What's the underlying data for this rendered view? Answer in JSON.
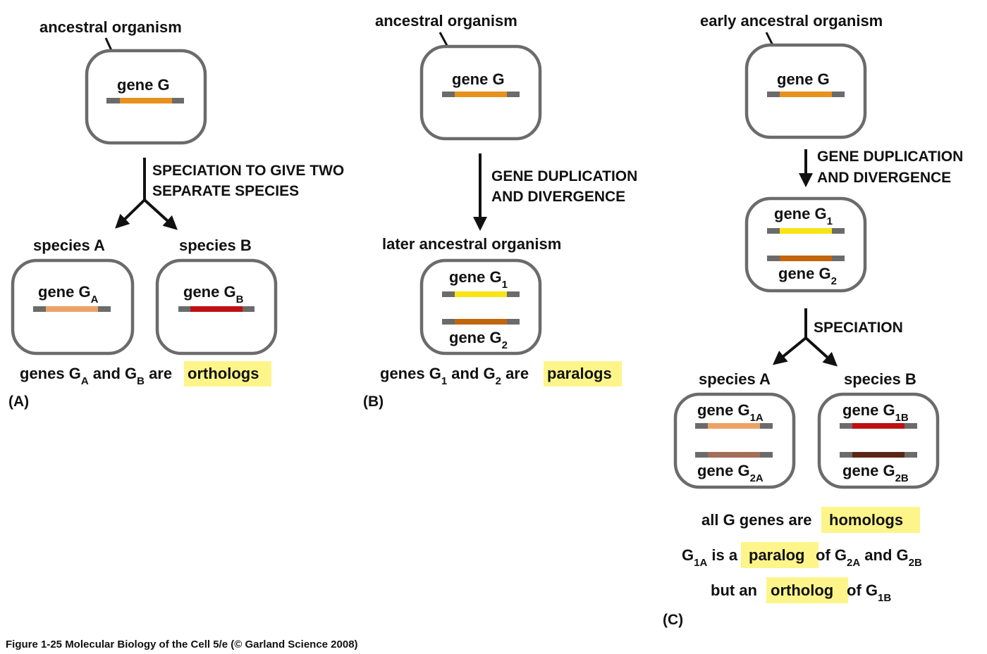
{
  "colors": {
    "box_stroke": "#6b6b6b",
    "gene_flank": "#6b6b6b",
    "gene_G": "#e8901c",
    "gene_GA": "#eda265",
    "gene_GB": "#bd1114",
    "gene_G1": "#f8e412",
    "gene_G2": "#c2650d",
    "gene_G1A": "#eda265",
    "gene_G2A": "#a36d57",
    "gene_G1B": "#bd1114",
    "gene_G2B": "#5c2615",
    "highlight": "#fdf58a"
  },
  "panelA": {
    "ancestor_label": "ancestral organism",
    "gene_label": "gene G",
    "step_line1": "SPECIATION TO GIVE TWO",
    "step_line2": "SEPARATE SPECIES",
    "speciesA": "species A",
    "speciesB": "species B",
    "geneA_base": "gene G",
    "geneA_sub": "A",
    "geneB_base": "gene G",
    "geneB_sub": "B",
    "stmt_prefix": "genes G",
    "stmt_sub1": "A",
    "stmt_mid": " and G",
    "stmt_sub2": "B",
    "stmt_suffix": " are",
    "stmt_term": "orthologs",
    "panel_label": "(A)"
  },
  "panelB": {
    "ancestor_label": "ancestral organism",
    "gene_label": "gene G",
    "step_line1": "GENE DUPLICATION",
    "step_line2": "AND DIVERGENCE",
    "later_label": "later ancestral organism",
    "gene1_base": "gene G",
    "gene1_sub": "1",
    "gene2_base": "gene G",
    "gene2_sub": "2",
    "stmt_prefix": "genes G",
    "stmt_sub1": "1",
    "stmt_mid": " and G",
    "stmt_sub2": "2",
    "stmt_suffix": " are",
    "stmt_term": "paralogs",
    "panel_label": "(B)"
  },
  "panelC": {
    "ancestor_label": "early ancestral organism",
    "gene_label": "gene G",
    "step1_line1": "GENE DUPLICATION",
    "step1_line2": "AND DIVERGENCE",
    "gene1_base": "gene G",
    "gene1_sub": "1",
    "gene2_base": "gene G",
    "gene2_sub": "2",
    "step2": "SPECIATION",
    "speciesA": "species A",
    "speciesB": "species B",
    "g1a_base": "gene G",
    "g1a_sub": "1A",
    "g2a_base": "gene G",
    "g2a_sub": "2A",
    "g1b_base": "gene G",
    "g1b_sub": "1B",
    "g2b_base": "gene G",
    "g2b_sub": "2B",
    "line1_prefix": "all G genes are",
    "line1_term": "homologs",
    "line2_a": "G",
    "line2_a_sub": "1A",
    "line2_b": " is a",
    "line2_term": "paralog",
    "line2_c": " of G",
    "line2_c_sub": "2A",
    "line2_d": " and G",
    "line2_d_sub": "2B",
    "line3_prefix": "but an",
    "line3_term": "ortholog",
    "line3_c": " of G",
    "line3_c_sub": "1B",
    "panel_label": "(C)"
  },
  "caption": "Figure 1-25  Molecular Biology of the Cell 5/e (© Garland Science 2008)"
}
